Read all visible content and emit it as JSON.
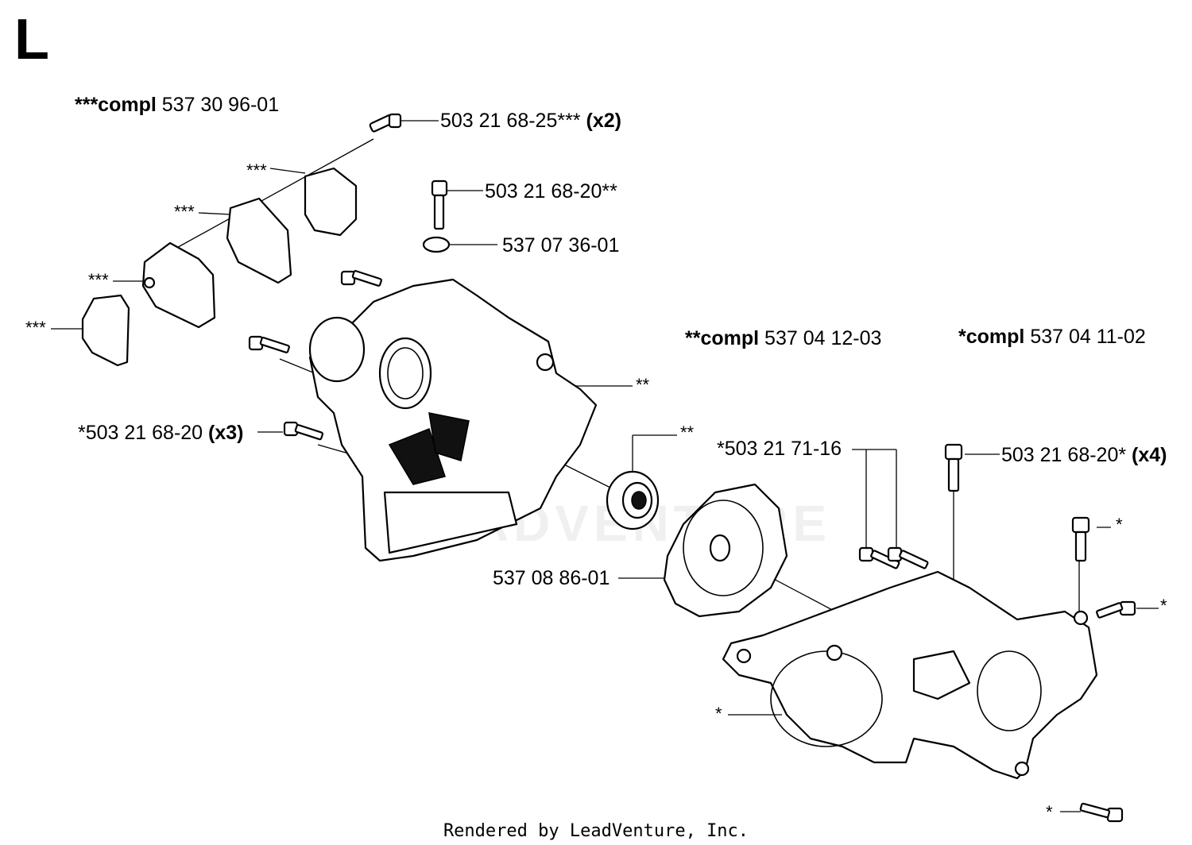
{
  "section_letter": "L",
  "groups": {
    "compl_a": {
      "prefix": "***compl",
      "number": "537 30 96-01"
    },
    "compl_b": {
      "prefix": "**compl",
      "number": "537 04 12-03"
    },
    "compl_c": {
      "prefix": "*compl",
      "number": "537 04 11-02"
    }
  },
  "parts": {
    "p1": {
      "number": "503 21 68-25***",
      "qty": "(x2)"
    },
    "p2": {
      "number": "503 21 68-20**"
    },
    "p3": {
      "number": "537 07 36-01"
    },
    "p4": {
      "number": "*503 21 68-20",
      "qty": "(x3)"
    },
    "p5": {
      "number": "537 08 86-01"
    },
    "p6": {
      "number": "*503 21 71-16"
    },
    "p7": {
      "number": "503 21 68-20*",
      "qty": "(x4)"
    }
  },
  "markers": {
    "m1": "***",
    "m2": "***",
    "m3": "***",
    "m4": "***",
    "m5": "**",
    "m6": "**",
    "m7": "*",
    "m8": "*",
    "m9": "*",
    "m10": "*"
  },
  "footer": "Rendered by LeadVenture, Inc.",
  "watermark": "LEADVENTURE"
}
